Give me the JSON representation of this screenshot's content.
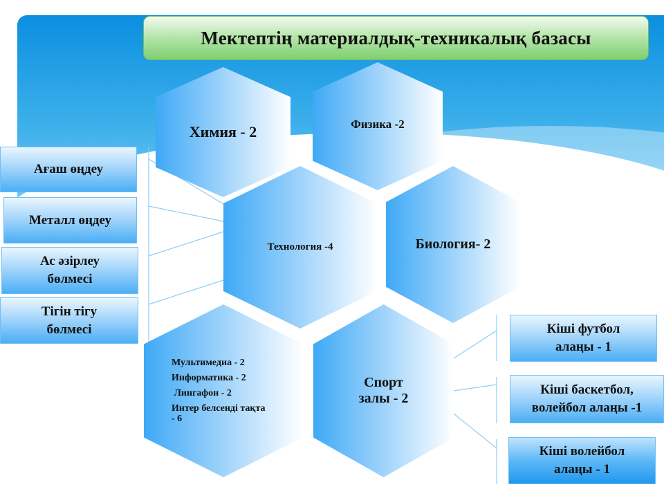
{
  "title": "Мектептің материалдық-техникалық базасы",
  "hexagons": {
    "chemistry": "Химия - 2",
    "physics": "Физика -2",
    "technology": "Технология -4",
    "biology": "Биология- 2",
    "multimedia": [
      "Мультимедиа - 2",
      "Информатика - 2",
      " Лингафон - 2",
      "Интер белсенді тақта - 6"
    ],
    "sport": "Спорт залы - 2"
  },
  "technology_rooms": [
    "Ағаш өңдеу",
    "Металл өңдеу",
    "Ас әзірлеу бөлмесі",
    "Тігін тігу бөлмесі"
  ],
  "sport_fields": [
    "Кіші футбол алаңы - 1",
    "Кіші баскетбол, волейбол алаңы -1",
    "Кіші волейбол алаңы - 1"
  ]
}
